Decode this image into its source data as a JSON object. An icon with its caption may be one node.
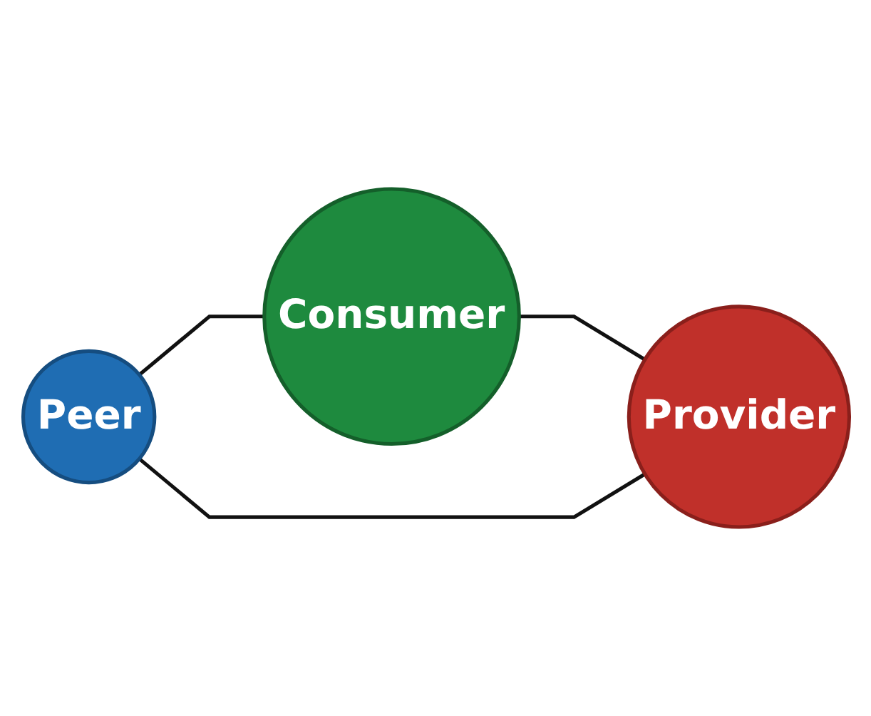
{
  "diagram": {
    "nodes": [
      {
        "text": [
          "Consumer"
        ]
      },
      {
        "text": [
          "Peer"
        ]
      },
      {
        "text": [
          "Provider"
        ]
      }
    ],
    "edges": [
      {
        "from": 1,
        "to": 0,
        "arrow": "none"
      },
      {
        "from": 0,
        "to": 2,
        "arrow": "none"
      },
      {
        "from": 1,
        "to": 2,
        "arrow": "none"
      }
    ]
  }
}
